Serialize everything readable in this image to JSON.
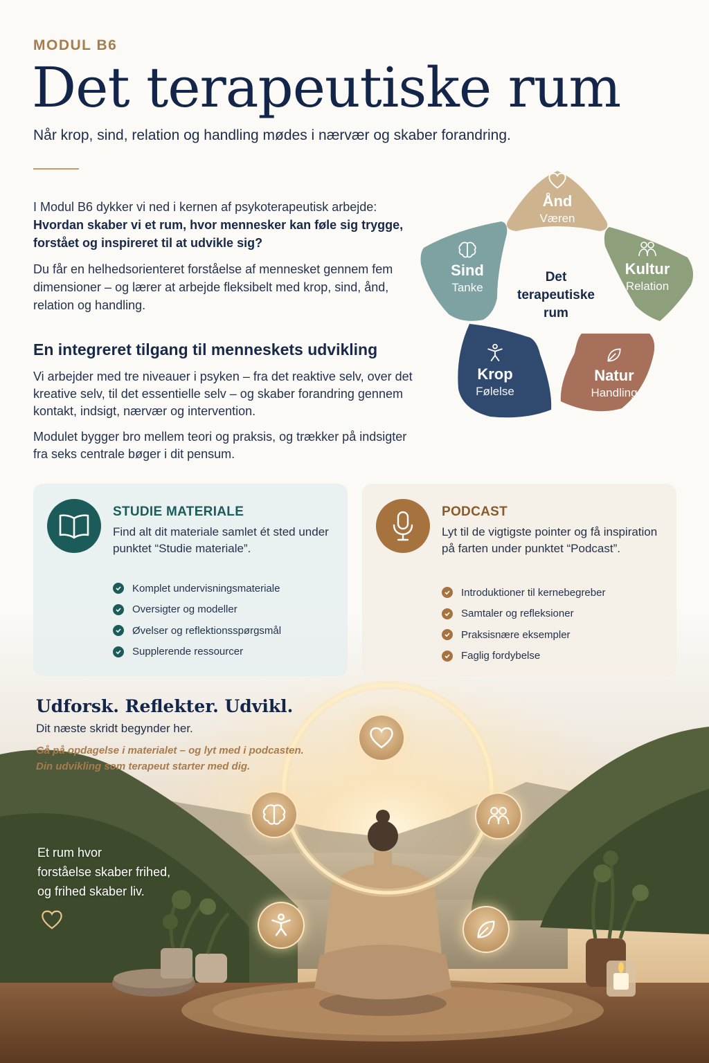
{
  "header": {
    "module_label": "MODUL B6",
    "title": "Det terapeutiske rum",
    "subtitle": "Når krop, sind, relation og handling mødes i nærvær og skaber forandring."
  },
  "intro": {
    "p1_line1": "I Modul B6 dykker vi ned i kernen af psykoterapeutisk arbejde:",
    "p1_bold": "Hvordan skaber vi et rum, hvor mennesker kan føle sig trygge, forstået og inspireret til at udvikle sig?",
    "p2": "Du får en helhedsorienteret forståelse af mennesket gennem fem dimensioner – og lærer at arbejde fleksibelt med krop, sind, ånd, relation og handling."
  },
  "section": {
    "heading": "En integreret tilgang til menneskets udvikling",
    "p1": "Vi arbejder med tre niveauer i psyken – fra det reaktive selv, over det kreative selv, til det essentielle selv – og skaber forandring gennem kontakt, indsigt, nærvær og intervention.",
    "p2": "Modulet bygger bro mellem teori og praksis, og trækker på indsigter fra seks centrale bøger i dit pensum."
  },
  "diagram": {
    "center": "Det terapeutiske rum",
    "petals": [
      {
        "name": "Ånd",
        "sub": "Væren",
        "icon": "heart-icon",
        "color": "#cdb48e"
      },
      {
        "name": "Kultur",
        "sub": "Relation",
        "icon": "people-icon",
        "color": "#8e9f7c"
      },
      {
        "name": "Natur",
        "sub": "Handling",
        "icon": "leaf-icon",
        "color": "#a6705a"
      },
      {
        "name": "Krop",
        "sub": "Følelse",
        "icon": "person-icon",
        "color": "#2f4a6e"
      },
      {
        "name": "Sind",
        "sub": "Tanke",
        "icon": "brain-icon",
        "color": "#7ea2a2"
      }
    ]
  },
  "cards": {
    "study": {
      "title": "STUDIE MATERIALE",
      "desc": "Find alt dit materiale samlet ét sted under punktet “Studie materiale”.",
      "items": [
        "Komplet undervisningsmateriale",
        "Oversigter og modeller",
        "Øvelser og reflektionsspørgsmål",
        "Supplerende ressourcer"
      ],
      "color": "#1b5c5a"
    },
    "podcast": {
      "title": "PODCAST",
      "desc": "Lyt til de vigtigste pointer og få inspiration på farten under punktet “Podcast”.",
      "items": [
        "Introduktioner til kernebegreber",
        "Samtaler og refleksioner",
        "Praksisnære eksempler",
        "Faglig fordybelse"
      ],
      "color": "#a6733e"
    }
  },
  "footer": {
    "tagline": "Udforsk. Reflekter. Udvikl.",
    "next_step": "Dit næste skridt begynder her.",
    "cta_line1": "Gå på opdagelse i materialet – og lyt med i podcasten.",
    "cta_line2": "Din udvikling som terapeut starter med dig.",
    "quote_line1": "Et rum hvor",
    "quote_line2": "forståelse skaber frihed,",
    "quote_line3": "og frihed skaber liv."
  }
}
